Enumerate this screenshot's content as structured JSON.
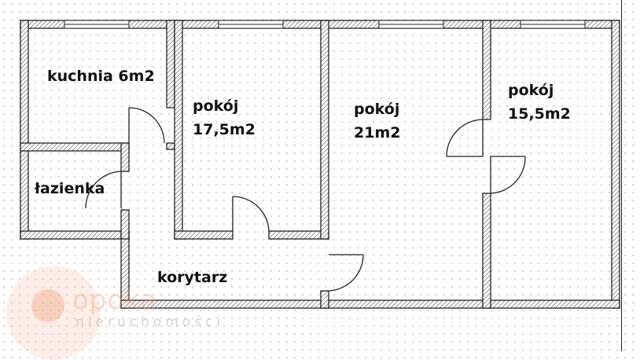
{
  "rooms": {
    "kitchen": "kuchnia 6m2",
    "bathroom": "łazienka",
    "room_a": "pokój\n17,5m2",
    "room_b": "pokój\n21m2",
    "room_c": "pokój\n15,5m2",
    "corridor": "korytarz"
  },
  "watermark": {
    "name": "opoka",
    "subtitle": "nieruchomości"
  }
}
